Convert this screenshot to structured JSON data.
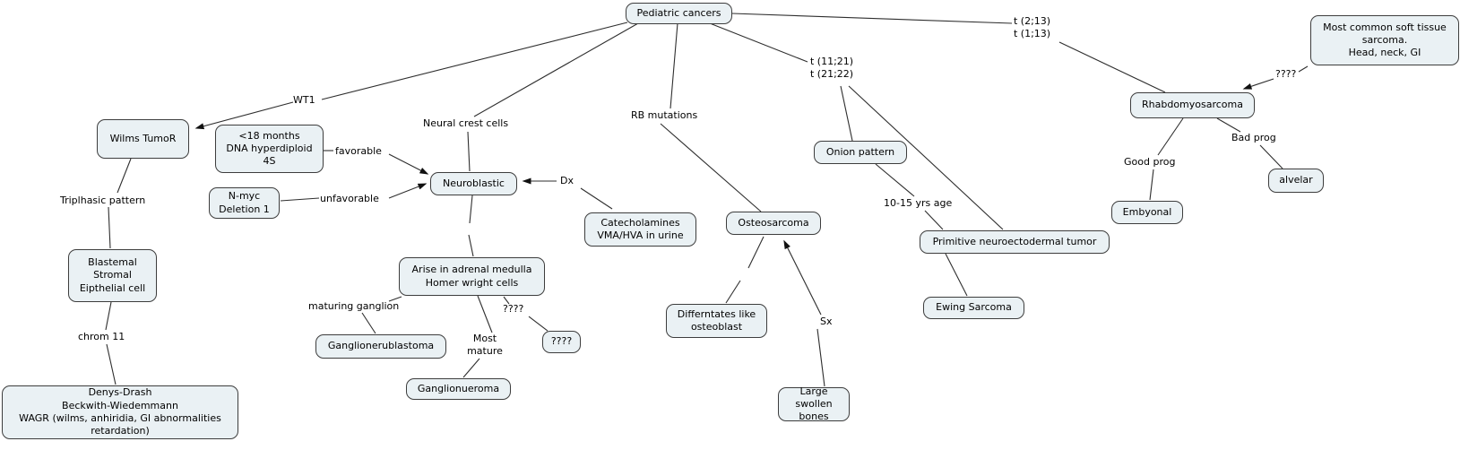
{
  "title": "Pediatric cancers concept map",
  "colors": {
    "background": "#ffffff",
    "node_fill": "#eaf1f4",
    "node_border": "#3d3d3d",
    "line": "#2e2e2e"
  },
  "nodes": {
    "pediatric_cancers": {
      "label": "Pediatric cancers"
    },
    "wilms_tumor": {
      "label": "Wilms TumoR"
    },
    "under_18_months": {
      "label": "<18 months\nDNA hyperdiploid\n4S"
    },
    "n_myc": {
      "label": "N-myc\nDeletion 1"
    },
    "blastemal": {
      "label": "Blastemal\nStromal\nEipthelial cell"
    },
    "denys_drash": {
      "label": "Denys-Drash\nBeckwith-Wiedemmann\nWAGR (wilms, anhiridia, GI abnormalities\nretardation)"
    },
    "neuroblastic": {
      "label": "Neuroblastic"
    },
    "catecholamines": {
      "label": "Catecholamines\nVMA/HVA in urine"
    },
    "arise_adrenal": {
      "label": "Arise in adrenal medulla\nHomer wright cells"
    },
    "ganglionerublastoma": {
      "label": "Ganglionerublastoma"
    },
    "ganglionueroma": {
      "label": "Ganglionueroma"
    },
    "unknown_box": {
      "label": "????"
    },
    "osteosarcoma": {
      "label": "Osteosarcoma"
    },
    "differentiates": {
      "label": "Differntates like\nosteoblast"
    },
    "large_swollen_bones": {
      "label": "Large swollen\nbones"
    },
    "onion_pattern": {
      "label": "Onion pattern"
    },
    "pnet": {
      "label": "Primitive neuroectodermal tumor"
    },
    "ewing_sarcoma": {
      "label": "Ewing Sarcoma"
    },
    "rhabdomyosarcoma": {
      "label": "Rhabdomyosarcoma"
    },
    "most_common": {
      "label": "Most common soft tissue\nsarcoma.\nHead, neck, GI"
    },
    "embyonal": {
      "label": "Embyonal"
    },
    "alvelar": {
      "label": "alvelar"
    }
  },
  "link_labels": {
    "wt1": "WT1",
    "neural_crest": "Neural crest cells",
    "rb_mutations": "RB mutations",
    "t11_21": "t (11;21)\nt (21;22)",
    "t2_13": "t (2;13)\nt (1;13)",
    "favorable": "favorable",
    "unfavorable": "unfavorable",
    "triphasic": "Triplhasic pattern",
    "chrom11": "chrom 11",
    "dx": "Dx",
    "maturing_ganglion": "maturing ganglion",
    "most_mature": "Most\nmature",
    "unknown_mid": "????",
    "age_10_15": "10-15 yrs age",
    "sx": "Sx",
    "good_prog": "Good prog",
    "bad_prog": "Bad prog",
    "unknown_right": "????"
  },
  "edges": [
    {
      "from": "Pediatric cancers",
      "label": "WT1",
      "to": "Wilms TumoR",
      "arrow": true
    },
    {
      "from": "Pediatric cancers",
      "label": "Neural crest cells",
      "to": "Neuroblastic",
      "arrow": false
    },
    {
      "from": "Pediatric cancers",
      "label": "RB mutations",
      "to": "Osteosarcoma",
      "arrow": false
    },
    {
      "from": "Pediatric cancers",
      "label": "t (11;21) t (21;22)",
      "to": "Onion pattern",
      "arrow": false
    },
    {
      "from": "Pediatric cancers",
      "label": "t (11;21) t (21;22)",
      "to": "Primitive neuroectodermal tumor",
      "arrow": false
    },
    {
      "from": "Pediatric cancers",
      "label": "t (2;13) t (1;13)",
      "to": "Rhabdomyosarcoma",
      "arrow": false
    },
    {
      "from": "<18 months DNA hyperdiploid 4S",
      "label": "favorable",
      "to": "Neuroblastic",
      "arrow": true
    },
    {
      "from": "N-myc Deletion 1",
      "label": "unfavorable",
      "to": "Neuroblastic",
      "arrow": true
    },
    {
      "from": "Catecholamines VMA/HVA in urine",
      "label": "Dx",
      "to": "Neuroblastic",
      "arrow": true
    },
    {
      "from": "Neuroblastic",
      "label": "",
      "to": "Arise in adrenal medulla Homer wright cells",
      "arrow": false
    },
    {
      "from": "Arise in adrenal medulla Homer wright cells",
      "label": "maturing ganglion",
      "to": "Ganglionerublastoma",
      "arrow": false
    },
    {
      "from": "Arise in adrenal medulla Homer wright cells",
      "label": "Most mature",
      "to": "Ganglionueroma",
      "arrow": false
    },
    {
      "from": "Arise in adrenal medulla Homer wright cells",
      "label": "????",
      "to": "????",
      "arrow": false
    },
    {
      "from": "Wilms TumoR",
      "label": "Triplhasic pattern",
      "to": "Blastemal Stromal Eipthelial cell",
      "arrow": false
    },
    {
      "from": "Blastemal Stromal Eipthelial cell",
      "label": "chrom 11",
      "to": "Denys-Drash Beckwith-Wiedemmann WAGR",
      "arrow": false
    },
    {
      "from": "Differntates like osteoblast",
      "label": "",
      "to": "Osteosarcoma",
      "arrow": false
    },
    {
      "from": "Large swollen bones",
      "label": "Sx",
      "to": "Osteosarcoma",
      "arrow": true
    },
    {
      "from": "Onion pattern",
      "label": "10-15 yrs age",
      "to": "Primitive neuroectodermal tumor",
      "arrow": false
    },
    {
      "from": "Primitive neuroectodermal tumor",
      "label": "",
      "to": "Ewing Sarcoma",
      "arrow": false
    },
    {
      "from": "Most common soft tissue sarcoma. Head, neck, GI",
      "label": "????",
      "to": "Rhabdomyosarcoma",
      "arrow": true
    },
    {
      "from": "Rhabdomyosarcoma",
      "label": "Good prog",
      "to": "Embyonal",
      "arrow": false
    },
    {
      "from": "Rhabdomyosarcoma",
      "label": "Bad prog",
      "to": "alvelar",
      "arrow": false
    }
  ]
}
